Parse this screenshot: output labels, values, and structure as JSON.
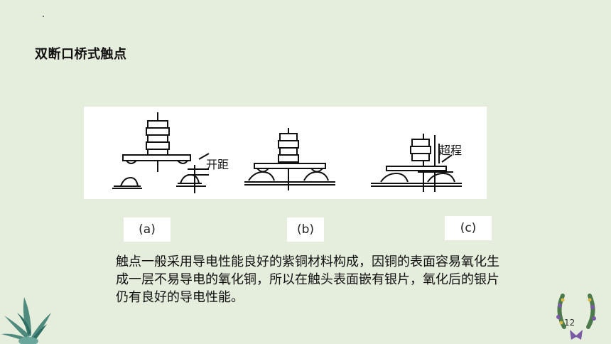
{
  "slide": {
    "title": "双断口桥式触点",
    "page_number": "12",
    "body_text": "触点一般采用导电性能良好的紫铜材料构成，因铜的表面容易氧化生成一层不易导电的氧化铜，所以在触头表面嵌有银片，氧化后的银片仍有良好的导电性能。"
  },
  "figure": {
    "labels": {
      "gap": "开距",
      "overtravel": "超程"
    },
    "captions": [
      "(a)",
      "(b)",
      "(c)"
    ]
  },
  "decor": {
    "left": "plant-decoration",
    "right": "wreath-decoration"
  }
}
